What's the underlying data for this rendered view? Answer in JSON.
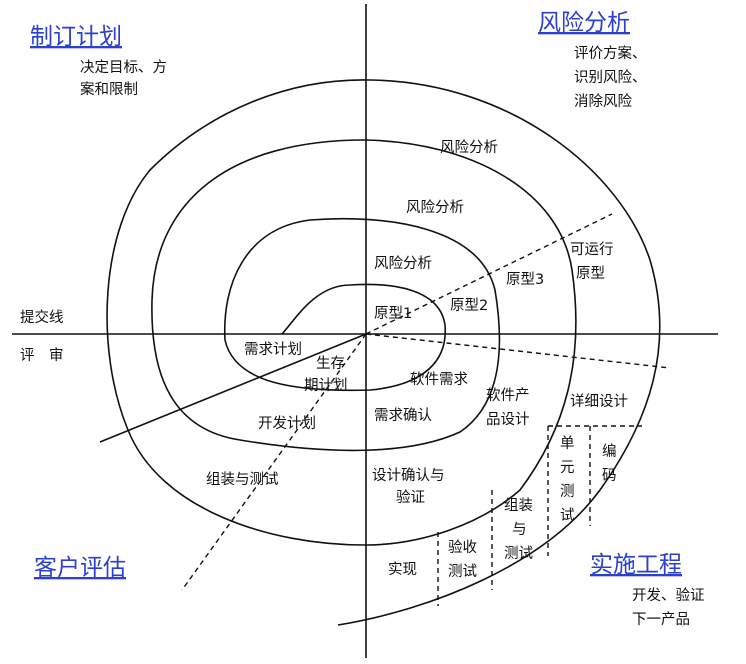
{
  "quadrants": {
    "plan": {
      "title": "制订计划",
      "desc": [
        "决定目标、方",
        "案和限制"
      ]
    },
    "risk": {
      "title": "风险分析",
      "desc": [
        "评价方案、",
        "识别风险、",
        "消除风险"
      ]
    },
    "customer": {
      "title": "客户评估"
    },
    "engineering": {
      "title": "实施工程",
      "desc": [
        "开发、验证",
        "下一产品"
      ]
    }
  },
  "left_labels": {
    "submit_line": "提交线",
    "review": "评　审"
  },
  "risk_labels": [
    "风险分析",
    "风险分析",
    "风险分析"
  ],
  "prototypes": [
    "原型1",
    "原型2",
    "原型3",
    "可运行",
    "原型"
  ],
  "plans": [
    "需求计划",
    "生存",
    "期计划",
    "开发计划",
    "组装与测试"
  ],
  "tasks": [
    "软件需求",
    "需求确认",
    "软件产",
    "品设计",
    "设计确认与",
    "验证",
    "详细设计"
  ],
  "vertical_tasks": [
    "实现",
    "验收",
    "测试",
    "组装",
    "与",
    "测试",
    "单",
    "元",
    "测",
    "试",
    "编",
    "码"
  ]
}
